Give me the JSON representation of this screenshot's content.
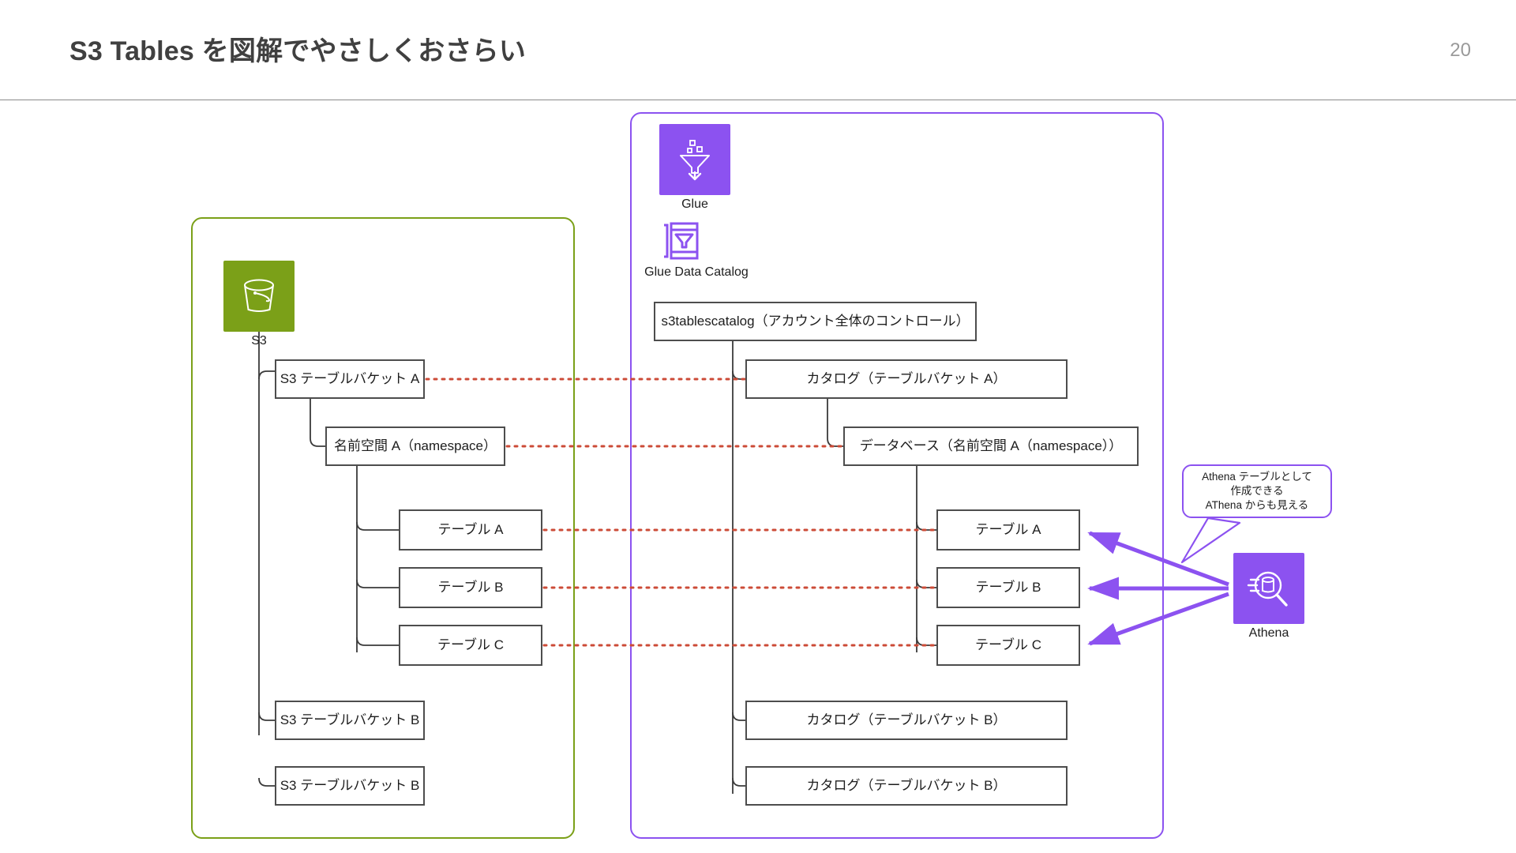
{
  "slide": {
    "title": "S3 Tables を図解でやさしくおさらい",
    "page_number": "20"
  },
  "colors": {
    "s3_green": "#7ba018",
    "glue_purple": "#8c52f0",
    "mapping_line_red": "#cc4b37",
    "node_border": "#4d4d4d",
    "title_gray": "#404040",
    "page_number_gray": "#9a9a9a"
  },
  "services": {
    "s3": {
      "label": "S3",
      "icon": "s3-bucket-icon"
    },
    "glue": {
      "label": "Glue",
      "icon": "glue-funnel-icon"
    },
    "glue_data_catalog": {
      "label": "Glue Data Catalog",
      "icon": "glue-data-catalog-icon"
    },
    "athena": {
      "label": "Athena",
      "icon": "athena-magnifier-icon"
    }
  },
  "s3_zone": {
    "nodes": {
      "bucket_a": "S3 テーブルバケット A",
      "namespace_a": "名前空間 A（namespace）",
      "table_a": "テーブル A",
      "table_b": "テーブル B",
      "table_c": "テーブル C",
      "bucket_b1": "S3 テーブルバケット B",
      "bucket_b2": "S3 テーブルバケット B"
    }
  },
  "glue_zone": {
    "nodes": {
      "s3tablescatalog": "s3tablescatalog（アカウント全体のコントロール）",
      "catalog_a": "カタログ（テーブルバケット A）",
      "database_a": "データベース（名前空間 A（namespace））",
      "table_a": "テーブル A",
      "table_b": "テーブル B",
      "table_c": "テーブル C",
      "catalog_b1": "カタログ（テーブルバケット B）",
      "catalog_b2": "カタログ（テーブルバケット B）"
    }
  },
  "callout": {
    "line1": "Athena テーブルとして",
    "line2": "作成できる",
    "line3": "AThena からも見える"
  }
}
